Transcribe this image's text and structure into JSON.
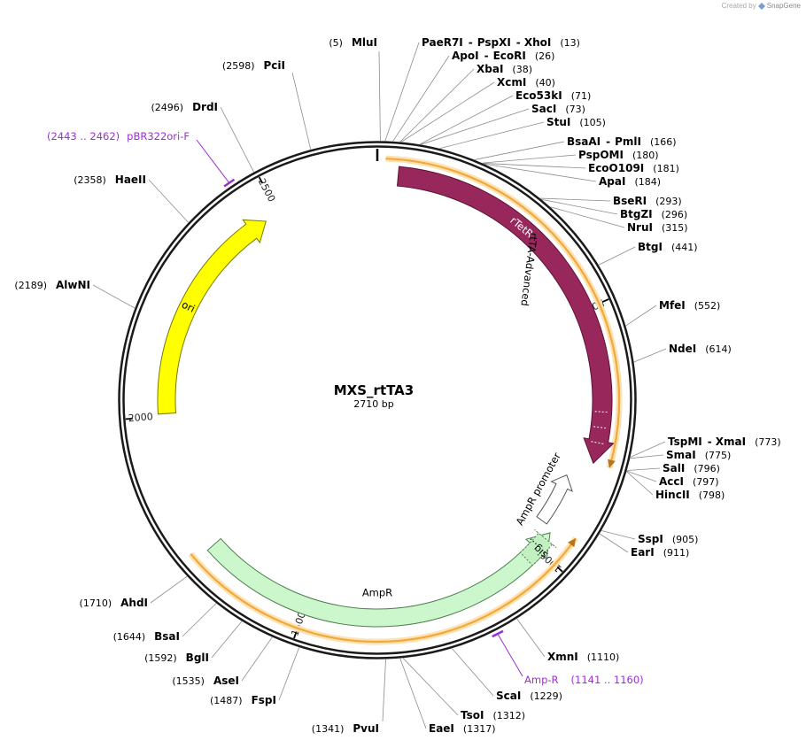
{
  "credit": {
    "created_by": "Created by",
    "brand": "SnapGene",
    "icon": "snapgene-logo-icon"
  },
  "plasmid": {
    "name": "MXS_rtTA3",
    "size_label": "2710 bp",
    "length": 2710
  },
  "ticks": [
    {
      "pos": 500,
      "label": "500"
    },
    {
      "pos": 1000,
      "label": "1000"
    },
    {
      "pos": 1500,
      "label": "1500"
    },
    {
      "pos": 2000,
      "label": "2000"
    },
    {
      "pos": 2500,
      "label": "2500"
    }
  ],
  "colors": {
    "backbone": "#1a1a1a",
    "rtTA": "#98285c",
    "ori": "#ffff00",
    "ampr": "#ccf7cc",
    "orf": "#f2a93b",
    "primer": "#9b30d0",
    "promoter": "#ffffff"
  },
  "features": [
    {
      "id": "rtta",
      "label": "rtTA-Advanced",
      "inner_label": "rTetR",
      "start": 40,
      "end": 800,
      "dir": 1,
      "kind": "cds"
    },
    {
      "id": "ori",
      "label": "ori",
      "start": 2005,
      "end": 2470,
      "dir": 1,
      "kind": "ori"
    },
    {
      "id": "ampr",
      "label": "AmpR",
      "start": 960,
      "end": 1720,
      "dir": -1,
      "kind": "cds"
    },
    {
      "id": "ampr-sig",
      "label": "sig...",
      "start": 975,
      "end": 1030,
      "dir": -1,
      "kind": "sig"
    },
    {
      "id": "ampr-promoter",
      "label": "AmpR promoter",
      "start": 840,
      "end": 950,
      "dir": -1,
      "kind": "promoter"
    }
  ],
  "orfs": [
    {
      "start": 15,
      "end": 800,
      "dir": 1
    },
    {
      "start": 940,
      "end": 1735,
      "dir": -1
    }
  ],
  "primers": [
    {
      "name": "pBR322ori-F",
      "range": "(2443 .. 2462)",
      "pos": 2452,
      "side": "left"
    },
    {
      "name": "Amp-R",
      "range": "(1141 .. 1160)",
      "pos": 1150,
      "side": "right"
    }
  ],
  "sites": [
    {
      "names": [
        "MluI"
      ],
      "pos_label": "(5)",
      "pos": 5,
      "side": "left"
    },
    {
      "names": [
        "PaeR7I",
        "PspXI",
        "XhoI"
      ],
      "pos_label": "(13)",
      "pos": 13,
      "side": "right"
    },
    {
      "names": [
        "ApoI",
        "EcoRI"
      ],
      "pos_label": "(26)",
      "pos": 26,
      "side": "right"
    },
    {
      "names": [
        "XbaI"
      ],
      "pos_label": "(38)",
      "pos": 38,
      "side": "right"
    },
    {
      "names": [
        "XcmI"
      ],
      "pos_label": "(40)",
      "pos": 40,
      "side": "right"
    },
    {
      "names": [
        "Eco53kI"
      ],
      "pos_label": "(71)",
      "pos": 71,
      "side": "right"
    },
    {
      "names": [
        "SacI"
      ],
      "pos_label": "(73)",
      "pos": 73,
      "side": "right"
    },
    {
      "names": [
        "StuI"
      ],
      "pos_label": "(105)",
      "pos": 105,
      "side": "right"
    },
    {
      "names": [
        "BsaAI",
        "PmlI"
      ],
      "pos_label": "(166)",
      "pos": 166,
      "side": "right"
    },
    {
      "names": [
        "PspOMI"
      ],
      "pos_label": "(180)",
      "pos": 180,
      "side": "right"
    },
    {
      "names": [
        "EcoO109I"
      ],
      "pos_label": "(181)",
      "pos": 181,
      "side": "right"
    },
    {
      "names": [
        "ApaI"
      ],
      "pos_label": "(184)",
      "pos": 184,
      "side": "right"
    },
    {
      "names": [
        "BseRI"
      ],
      "pos_label": "(293)",
      "pos": 293,
      "side": "right"
    },
    {
      "names": [
        "BtgZI"
      ],
      "pos_label": "(296)",
      "pos": 296,
      "side": "right"
    },
    {
      "names": [
        "NruI"
      ],
      "pos_label": "(315)",
      "pos": 315,
      "side": "right"
    },
    {
      "names": [
        "BtgI"
      ],
      "pos_label": "(441)",
      "pos": 441,
      "side": "right"
    },
    {
      "names": [
        "MfeI"
      ],
      "pos_label": "(552)",
      "pos": 552,
      "side": "right"
    },
    {
      "names": [
        "NdeI"
      ],
      "pos_label": "(614)",
      "pos": 614,
      "side": "right"
    },
    {
      "names": [
        "TspMI",
        "XmaI"
      ],
      "pos_label": "(773)",
      "pos": 773,
      "side": "right"
    },
    {
      "names": [
        "SmaI"
      ],
      "pos_label": "(775)",
      "pos": 775,
      "side": "right"
    },
    {
      "names": [
        "SalI"
      ],
      "pos_label": "(796)",
      "pos": 796,
      "side": "right"
    },
    {
      "names": [
        "AccI"
      ],
      "pos_label": "(797)",
      "pos": 797,
      "side": "right"
    },
    {
      "names": [
        "HincII"
      ],
      "pos_label": "(798)",
      "pos": 798,
      "side": "right"
    },
    {
      "names": [
        "SspI"
      ],
      "pos_label": "(905)",
      "pos": 905,
      "side": "right"
    },
    {
      "names": [
        "EarI"
      ],
      "pos_label": "(911)",
      "pos": 911,
      "side": "right"
    },
    {
      "names": [
        "XmnI"
      ],
      "pos_label": "(1110)",
      "pos": 1110,
      "side": "right"
    },
    {
      "names": [
        "ScaI"
      ],
      "pos_label": "(1229)",
      "pos": 1229,
      "side": "right"
    },
    {
      "names": [
        "TsoI"
      ],
      "pos_label": "(1312)",
      "pos": 1312,
      "side": "right"
    },
    {
      "names": [
        "EaeI"
      ],
      "pos_label": "(1317)",
      "pos": 1317,
      "side": "right"
    },
    {
      "names": [
        "PvuI"
      ],
      "pos_label": "(1341)",
      "pos": 1341,
      "side": "left"
    },
    {
      "names": [
        "FspI"
      ],
      "pos_label": "(1487)",
      "pos": 1487,
      "side": "left"
    },
    {
      "names": [
        "AseI"
      ],
      "pos_label": "(1535)",
      "pos": 1535,
      "side": "left"
    },
    {
      "names": [
        "BglI"
      ],
      "pos_label": "(1592)",
      "pos": 1592,
      "side": "left"
    },
    {
      "names": [
        "BsaI"
      ],
      "pos_label": "(1644)",
      "pos": 1644,
      "side": "left"
    },
    {
      "names": [
        "AhdI"
      ],
      "pos_label": "(1710)",
      "pos": 1710,
      "side": "left"
    },
    {
      "names": [
        "AlwNI"
      ],
      "pos_label": "(2189)",
      "pos": 2189,
      "side": "left"
    },
    {
      "names": [
        "HaeII"
      ],
      "pos_label": "(2358)",
      "pos": 2358,
      "side": "left"
    },
    {
      "names": [
        "DrdI"
      ],
      "pos_label": "(2496)",
      "pos": 2496,
      "side": "left"
    },
    {
      "names": [
        "PciI"
      ],
      "pos_label": "(2598)",
      "pos": 2598,
      "side": "left"
    }
  ]
}
